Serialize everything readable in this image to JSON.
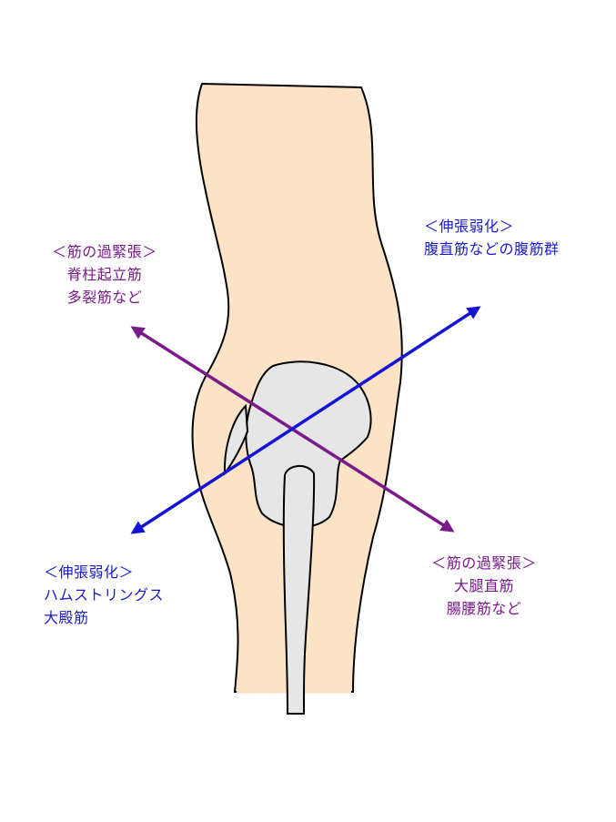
{
  "labels": {
    "upper_left": {
      "heading": "＜筋の過緊張＞",
      "line1": "脊柱起立筋",
      "line2": "多裂筋など"
    },
    "upper_right": {
      "heading": "＜伸張弱化＞",
      "line1": "腹直筋などの腹筋群"
    },
    "lower_left": {
      "heading": "＜伸張弱化＞",
      "line1": "ハムストリングス",
      "line2": "大殿筋"
    },
    "lower_right": {
      "heading": "＜筋の過緊張＞",
      "line1": "大腿直筋",
      "line2": "腸腰筋など"
    }
  },
  "colors": {
    "skin": "#fde3c6",
    "bone": "#e6e6e6",
    "outline": "#000000",
    "purple_arrow": "#7a1a8a",
    "blue_arrow": "#1414d6"
  }
}
